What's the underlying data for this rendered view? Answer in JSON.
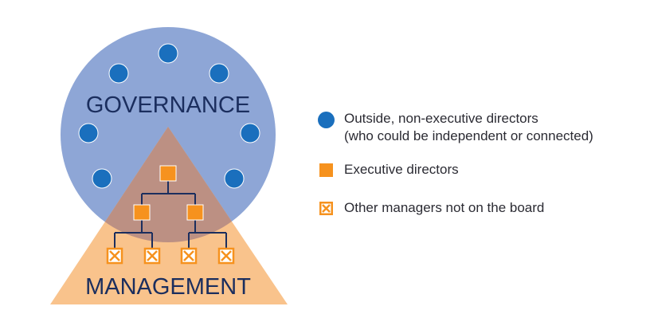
{
  "labels": {
    "governance": "GOVERNANCE",
    "management": "MANAGEMENT"
  },
  "legend": [
    {
      "shape": "circle",
      "line1": "Outside, non-executive directors",
      "line2": "(who could be independent or connected)"
    },
    {
      "shape": "square",
      "line1": "Executive directors"
    },
    {
      "shape": "crossed-square",
      "line1": "Other managers not on the board"
    }
  ],
  "colors": {
    "governance_circle": "#8ea6d6",
    "director_dot": "#1a6fbd",
    "management_triangle": "#f9c38c",
    "overlap": "#bc9083",
    "executive_square": "#f6921e",
    "label_text": "#1b2e5e",
    "connector_line": "#1b2e5e"
  }
}
